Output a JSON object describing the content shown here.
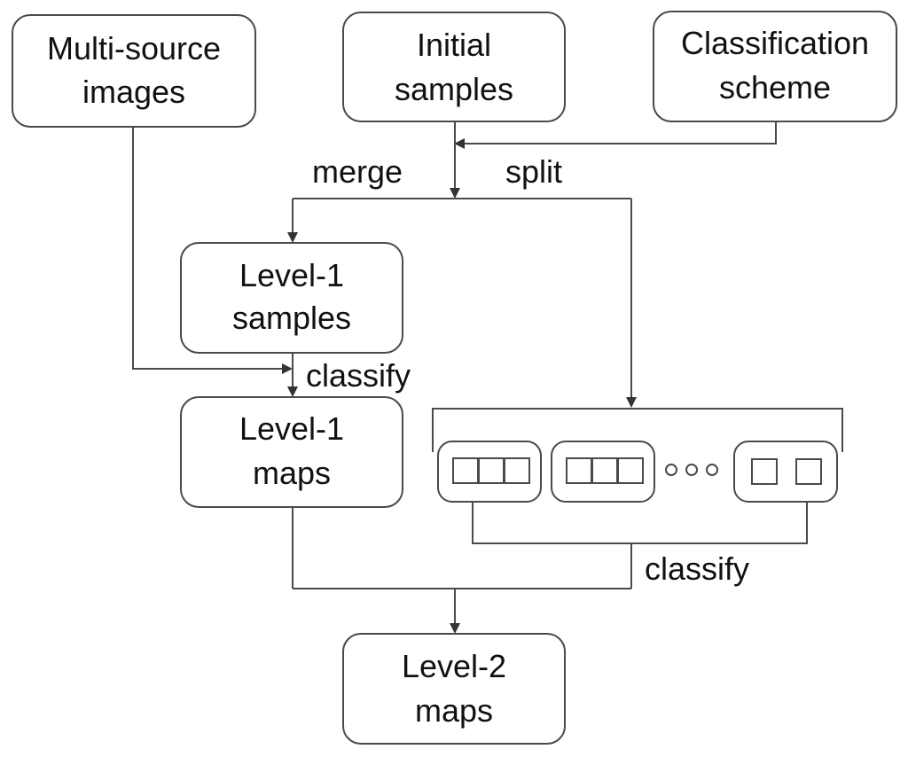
{
  "nodes": {
    "multi_source_images": {
      "line1": "Multi-source",
      "line2": "images"
    },
    "initial_samples": {
      "line1": "Initial",
      "line2": "samples"
    },
    "classification_scheme": {
      "line1": "Classification",
      "line2": "scheme"
    },
    "level1_samples": {
      "line1": "Level-1",
      "line2": "samples"
    },
    "level1_maps": {
      "line1": "Level-1",
      "line2": "maps"
    },
    "level2_maps": {
      "line1": "Level-2",
      "line2": "maps"
    }
  },
  "edge_labels": {
    "merge": "merge",
    "split": "split",
    "classify_level1": "classify",
    "classify_groups": "classify"
  },
  "colors": {
    "stroke": "#4a4a4a",
    "text": "#111111",
    "background": "#ffffff"
  }
}
